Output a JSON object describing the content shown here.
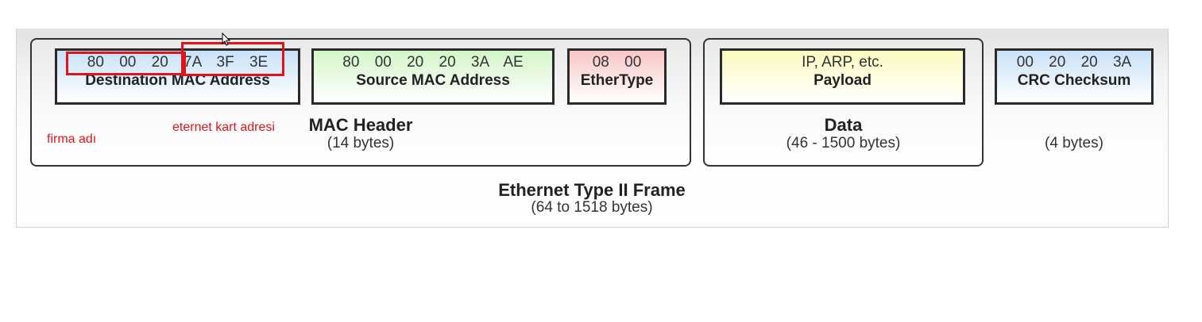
{
  "fields": {
    "dest": {
      "hex": "80 00 20 7A 3F 3E",
      "label": "Destination MAC Address",
      "bg": "#c9e1f7"
    },
    "src": {
      "hex": "80 00 20 20 3A AE",
      "label": "Source MAC Address",
      "bg": "#d3f5c8"
    },
    "ethertype": {
      "hex": "08 00",
      "label": "EtherType",
      "bg": "#f9c6c6"
    },
    "payload": {
      "hex": "IP, ARP, etc.",
      "label": "Payload",
      "bg": "#fbfac0"
    },
    "crc": {
      "hex": "00 20 20 3A",
      "label": "CRC Checksum",
      "bg": "#c9e1f7"
    }
  },
  "groups": {
    "mac_header": {
      "title": "MAC Header",
      "size": "(14 bytes)"
    },
    "data": {
      "title": "Data",
      "size": "(46 - 1500 bytes)"
    },
    "crc": {
      "size": "(4 bytes)"
    }
  },
  "frame": {
    "title": "Ethernet Type II Frame",
    "size": "(64 to 1518 bytes)"
  },
  "annotations": {
    "firma": "firma adı",
    "kart": "eternet kart adresi",
    "color": "#e0151b"
  }
}
